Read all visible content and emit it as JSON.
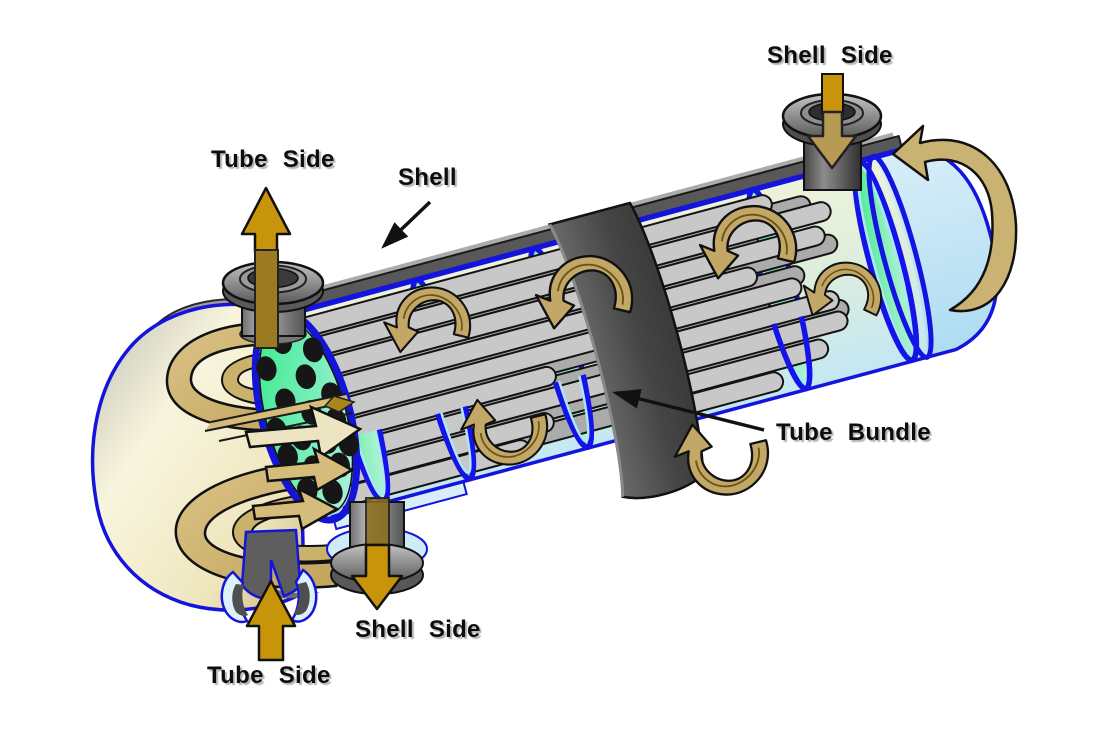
{
  "labels": {
    "shell_side_top": "Shell Side",
    "tube_side_top": "Tube Side",
    "shell": "Shell",
    "tube_bundle": "Tube Bundle",
    "shell_side_bottom": "Shell Side",
    "tube_side_bottom": "Tube Side"
  },
  "colors": {
    "background": "#FFFFFF",
    "outline_blue": "#1414DC",
    "shell_interior_top": "#ECF2D8",
    "shell_interior_bottom": "#C3E7F3",
    "end_cap_blue": "#C9E8F8",
    "baffle_green": "#3BE986",
    "baffle_green_light": "#C8F2E6",
    "tube_gray": "#C8C8C8",
    "tube_gray_back": "#ABABAB",
    "band_dark_gray": "#4A4A4A",
    "flow_arrow_tan": "#C2A766",
    "flow_arrow_gold": "#C8940A",
    "head_cream": "#F2EDCE",
    "head_tan": "#D9C080",
    "nozzle_gray": "#8E8E8E",
    "label_text": "#0D0D0D"
  }
}
